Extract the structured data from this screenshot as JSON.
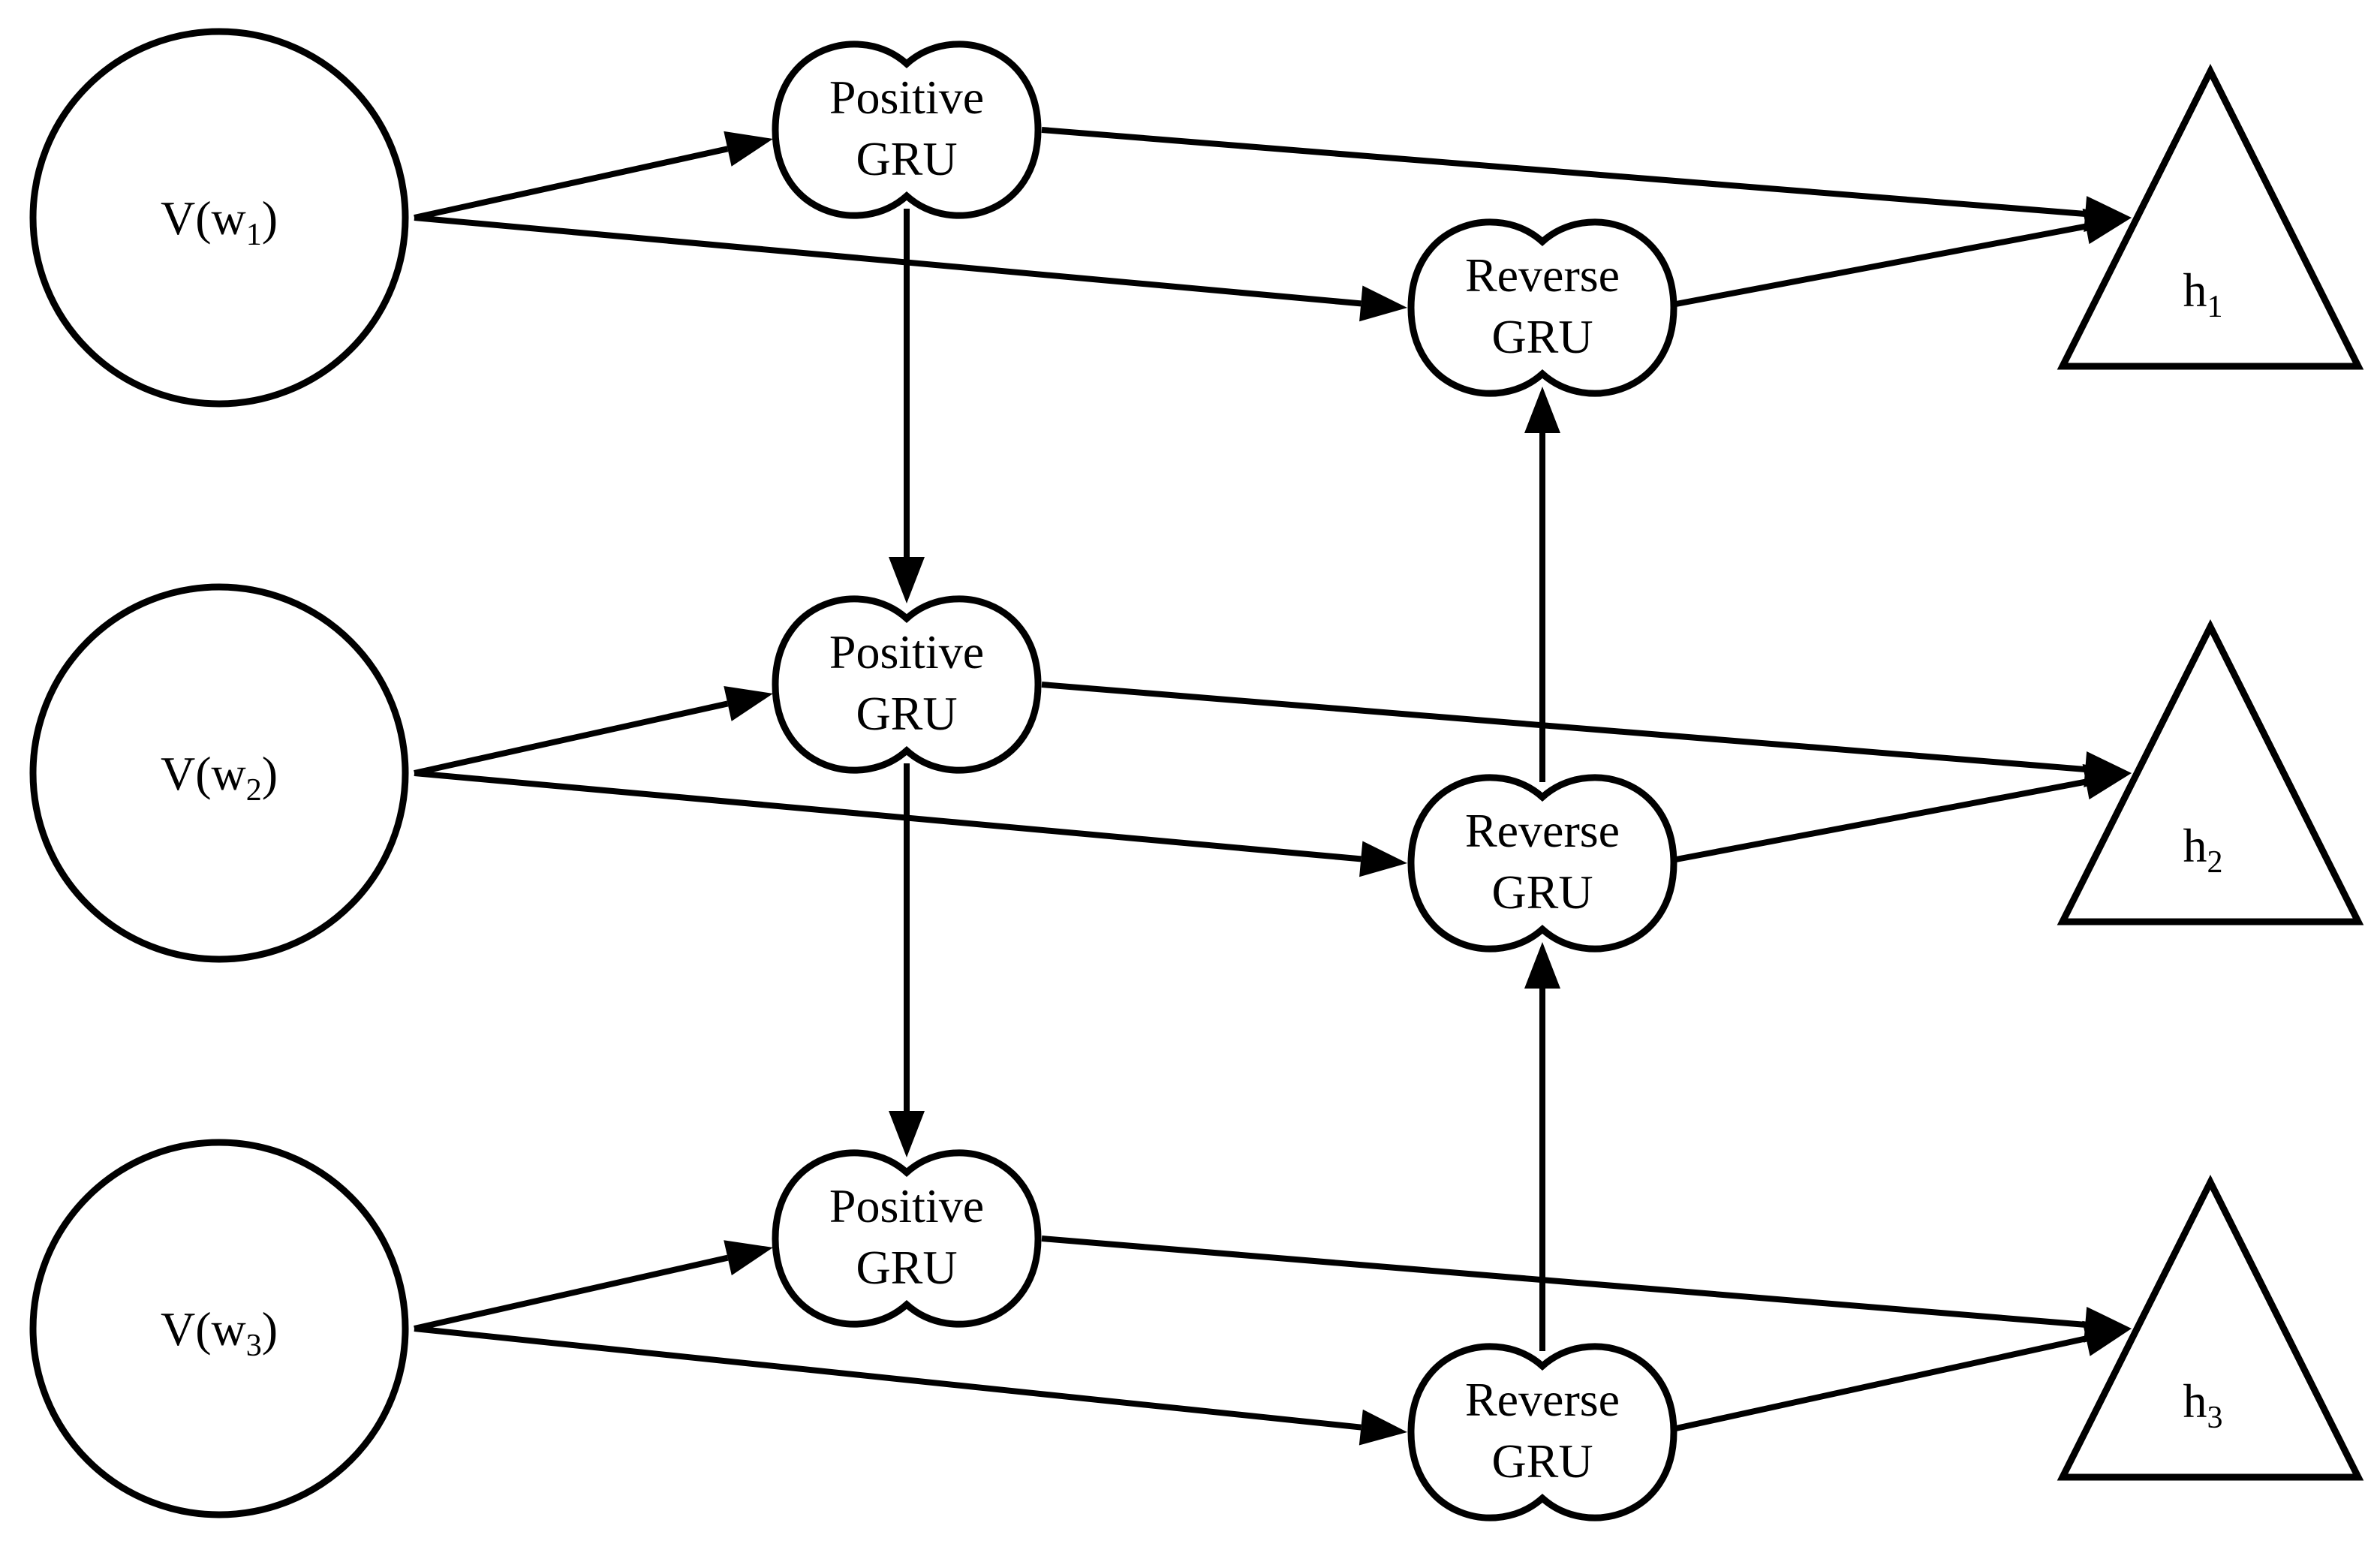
{
  "diagram": {
    "inputs": [
      {
        "id": "in1",
        "base": "V(w",
        "sub": "1",
        "close": ")"
      },
      {
        "id": "in2",
        "base": "V(w",
        "sub": "2",
        "close": ")"
      },
      {
        "id": "in3",
        "base": "V(w",
        "sub": "3",
        "close": ")"
      }
    ],
    "positive": [
      {
        "id": "p1",
        "line1": "Positive",
        "line2": "GRU"
      },
      {
        "id": "p2",
        "line1": "Positive",
        "line2": "GRU"
      },
      {
        "id": "p3",
        "line1": "Positive",
        "line2": "GRU"
      }
    ],
    "reverse": [
      {
        "id": "r1",
        "line1": "Reverse",
        "line2": "GRU"
      },
      {
        "id": "r2",
        "line1": "Reverse",
        "line2": "GRU"
      },
      {
        "id": "r3",
        "line1": "Reverse",
        "line2": "GRU"
      }
    ],
    "outputs": [
      {
        "id": "o1",
        "base": "h",
        "sub": "1"
      },
      {
        "id": "o2",
        "base": "h",
        "sub": "2"
      },
      {
        "id": "o3",
        "base": "h",
        "sub": "3"
      }
    ],
    "edges": [
      {
        "from": "in1",
        "to": "p1"
      },
      {
        "from": "in1",
        "to": "r1"
      },
      {
        "from": "in2",
        "to": "p2"
      },
      {
        "from": "in2",
        "to": "r2"
      },
      {
        "from": "in3",
        "to": "p3"
      },
      {
        "from": "in3",
        "to": "r3"
      },
      {
        "from": "p1",
        "to": "o1"
      },
      {
        "from": "r1",
        "to": "o1"
      },
      {
        "from": "p2",
        "to": "o2"
      },
      {
        "from": "r2",
        "to": "o2"
      },
      {
        "from": "p3",
        "to": "o3"
      },
      {
        "from": "r3",
        "to": "o3"
      },
      {
        "from": "p1",
        "to": "p2"
      },
      {
        "from": "p2",
        "to": "p3"
      },
      {
        "from": "r3",
        "to": "r2"
      },
      {
        "from": "r2",
        "to": "r1"
      }
    ]
  }
}
